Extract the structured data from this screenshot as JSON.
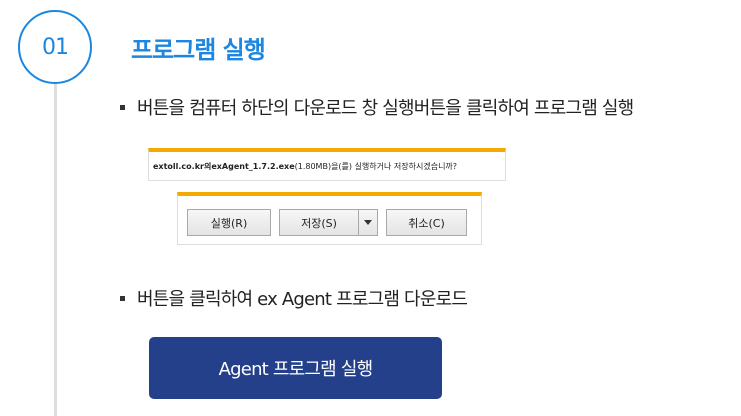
{
  "step": {
    "number": "01",
    "title": "프로그램 실행",
    "accent_color": "#1b87e0"
  },
  "instructions": [
    {
      "text": "버튼을 컴퓨터 하단의 다운로드 창 실행버튼을 클릭하여 프로그램 실행"
    },
    {
      "text": "버튼을 클릭하여 ex Agent 프로그램 다운로드"
    }
  ],
  "download_prompt": {
    "site": "extoll.co.kr의 ",
    "filename": "exAgent_1.7.2.exe",
    "rest": "(1.80MB)을(를) 실행하거나 저장하시겠습니까?",
    "buttons": {
      "run": "실행(R)",
      "save": "저장(S)",
      "cancel": "취소(C)"
    }
  },
  "agent_button": {
    "label": "Agent 프로그램 실행",
    "color": "#25408a"
  }
}
